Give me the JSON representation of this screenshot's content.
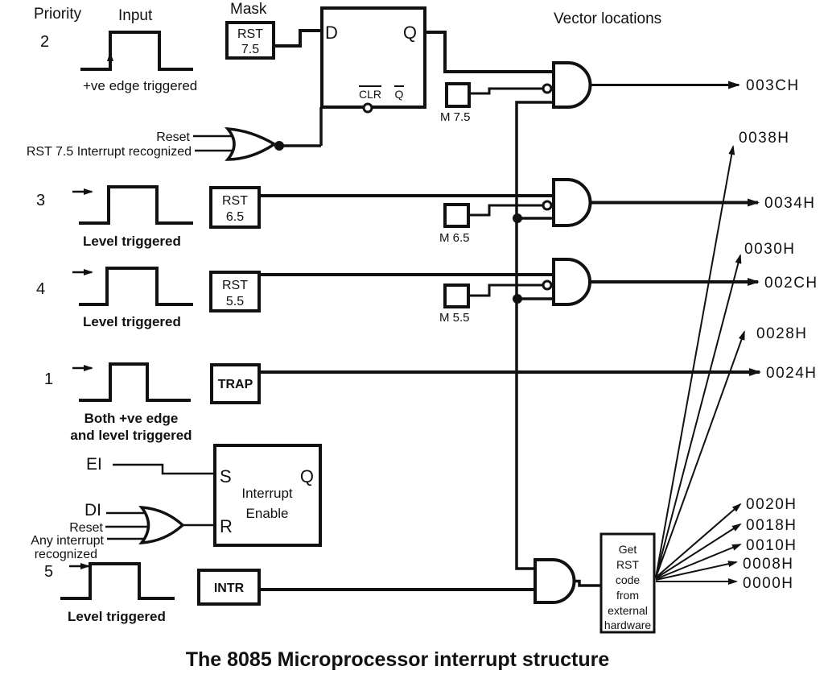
{
  "title": "The 8085 Microprocessor interrupt structure",
  "headers": {
    "priority": "Priority",
    "input": "Input",
    "mask": "Mask",
    "vector": "Vector locations"
  },
  "rows": {
    "r2": {
      "num": "2",
      "label": "+ve edge triggered",
      "box1": "RST",
      "box2": "7.5",
      "mbit": "M 7.5",
      "vector": "003CH"
    },
    "r3": {
      "num": "3",
      "label": "Level triggered",
      "box1": "RST",
      "box2": "6.5",
      "mbit": "M 6.5",
      "vector": "0034H"
    },
    "r4": {
      "num": "4",
      "label": "Level triggered",
      "box1": "RST",
      "box2": "5.5",
      "mbit": "M 5.5",
      "vector": "002CH"
    },
    "r1": {
      "num": "1",
      "label1": "Both +ve edge",
      "label2": "and level triggered",
      "box": "TRAP",
      "vector": "0024H"
    },
    "r5": {
      "num": "5",
      "label": "Level triggered",
      "box": "INTR"
    }
  },
  "flipflop": {
    "d": "D",
    "q": "Q",
    "clr": "CLR",
    "qbar": "Q"
  },
  "or1": {
    "in1": "Reset",
    "in2": "RST 7.5 Interrupt recognized"
  },
  "ie": {
    "s": "S",
    "q": "Q",
    "r": "R",
    "line1": "Interrupt",
    "line2": "Enable",
    "ei": "EI",
    "di": "DI",
    "reset": "Reset",
    "any1": "Any interrupt",
    "any2": "recognized"
  },
  "hw_box": {
    "lines": [
      "Get",
      "RST",
      "code",
      "from",
      "external",
      "hardware"
    ]
  },
  "fan": {
    "v0038": "0038H",
    "v0030": "0030H",
    "v0028": "0028H",
    "v0020": "0020H",
    "v0018": "0018H",
    "v0010": "0010H",
    "v0008": "0008H",
    "v0000": "0000H"
  },
  "colors": {
    "ink": "#111111",
    "bg": "#ffffff"
  }
}
